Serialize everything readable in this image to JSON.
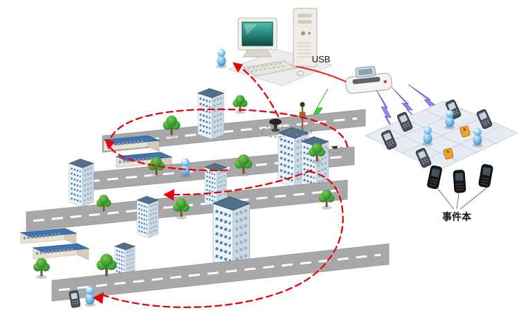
{
  "diagram": {
    "labels": {
      "usb": "USB",
      "event_book": "事件本"
    },
    "colors": {
      "background": "#ffffff",
      "road": "#a8a8a8",
      "road_centerline": "#ffffff",
      "roof_blue": "#3e74b0",
      "tower_face": "#eef3f7",
      "tower_side": "#ccd9e3",
      "tree_green": "#2f8f2b",
      "person_blue": "#2a74b2",
      "route_red": "#e8000d",
      "usb_cable_red": "#e8322a",
      "lightning_green": "#35d435",
      "lightning_purple": "#8d7df2",
      "device_platform": "#e7ecf2",
      "handheld_gray": "#49525e",
      "event_book_black": "#171717",
      "tag_orange": "#f0a12c",
      "monitor_screen_teal": "#1f8077"
    },
    "components": {
      "computer": "desktop-computer",
      "reader": "usb-data-reader",
      "person": "patrol-guard",
      "checkpoint": "checkpoint-marker",
      "handheld": "patrol-handheld-device",
      "event_book": "event-book-device",
      "route": "patrol-route"
    }
  }
}
